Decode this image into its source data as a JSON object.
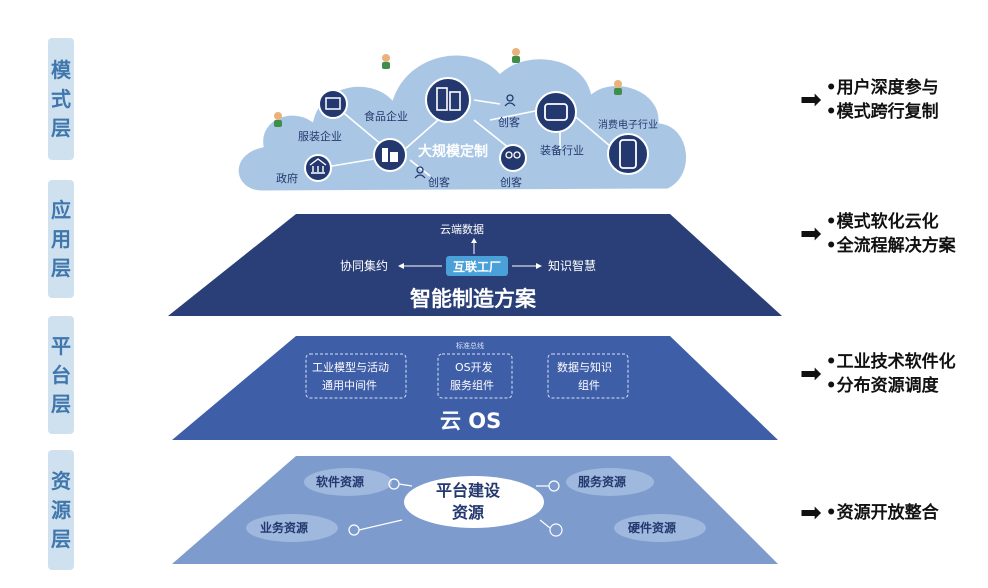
{
  "layers": [
    {
      "id": "model",
      "label": [
        "模",
        "式",
        "层"
      ],
      "bullets": [
        "•用户深度参与",
        "•模式跨行复制"
      ]
    },
    {
      "id": "application",
      "label": [
        "应",
        "用",
        "层"
      ],
      "bullets": [
        "•模式软化云化",
        "•全流程解决方案"
      ]
    },
    {
      "id": "platform",
      "label": [
        "平",
        "台",
        "层"
      ],
      "bullets": [
        "•工业技术软件化",
        "•分布资源调度"
      ]
    },
    {
      "id": "resource",
      "label": [
        "资",
        "源",
        "层"
      ],
      "bullets": [
        "•资源开放整合"
      ]
    }
  ],
  "arrow_glyph": "➡",
  "cloud": {
    "center": "大规模定制",
    "nodes": {
      "garment": "服装企业",
      "food": "食品企业",
      "gov": "政府",
      "equip": "装备行业",
      "electronics": "消费电子行业"
    },
    "makers": [
      "创客",
      "创客",
      "创客"
    ]
  },
  "application": {
    "top": "云端数据",
    "left": "协同集约",
    "center": "互联工厂",
    "right": "知识智慧",
    "title": "智能制造方案"
  },
  "platform": {
    "bus": "标准总线",
    "boxes": [
      [
        "工业模型与活动",
        "通用中间件"
      ],
      [
        "OS开发",
        "服务组件"
      ],
      [
        "数据与知识",
        "组件"
      ]
    ],
    "title": "云 OS"
  },
  "resource": {
    "center": [
      "平台建设",
      "资源"
    ],
    "software": "软件资源",
    "service": "服务资源",
    "business": "业务资源",
    "hardware": "硬件资源"
  },
  "colors": {
    "cloud": "#a9c7e4",
    "cloud_edge": "#ffffff",
    "app_layer": "#2a3f78",
    "platform_layer": "#3f5ea8",
    "resource_layer": "#7d9bcc",
    "tab_bg": "#cfe0ef",
    "tab_text": "#3f77ad",
    "icon_dark": "#23386e"
  }
}
